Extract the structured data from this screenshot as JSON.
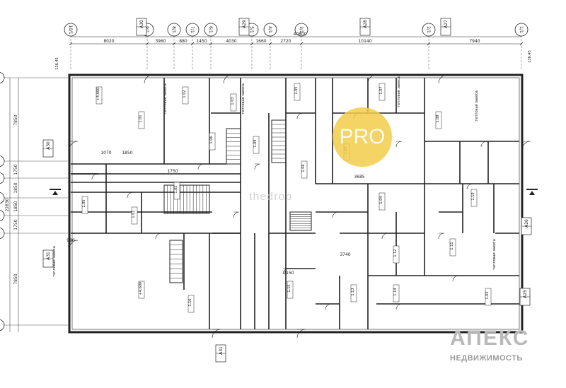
{
  "plan": {
    "top_axes": [
      "10/1",
      "9/1",
      "8/1",
      "7/1",
      "6/1",
      "5/1",
      "4/1",
      "3/1",
      "2/1",
      "1/1"
    ],
    "top_dimensions": [
      "8020",
      "3960",
      "880",
      "1450",
      "4030",
      "1660",
      "2720",
      "10140",
      "7940"
    ],
    "overall_width": "40800",
    "left_dimensions": [
      "7850",
      "1750",
      "1850",
      "1850",
      "1750",
      "7850"
    ],
    "left_overall": "22830",
    "interior_dimensions": [
      "1070",
      "1850",
      "1750",
      "3685",
      "3740",
      "2150",
      "980"
    ],
    "callouts": [
      "A30",
      "A29",
      "A28",
      "A27",
      "A30",
      "A31",
      "A26",
      "A31",
      "A25"
    ],
    "vestibule_label": "тепловая завеса",
    "room_tags": [
      "+4,600",
      "1.01",
      "1.02",
      "1.03",
      "1.04",
      "1.05",
      "1.06",
      "1.07",
      "1.08",
      "1.09",
      "1.10",
      "1.11",
      "1.12",
      "1.13",
      "1.14",
      "1.15",
      "1.16"
    ],
    "corner_elevation": "136.45"
  },
  "watermark_text": "PRO",
  "watermark_site": "thedrop",
  "logo": {
    "name": "АПЕКС",
    "subtitle": "НЕДВИЖИМОСТЬ"
  },
  "colors": {
    "line": "#222222",
    "badge": "#f3cd4a",
    "logo": "#b9b9b9"
  }
}
